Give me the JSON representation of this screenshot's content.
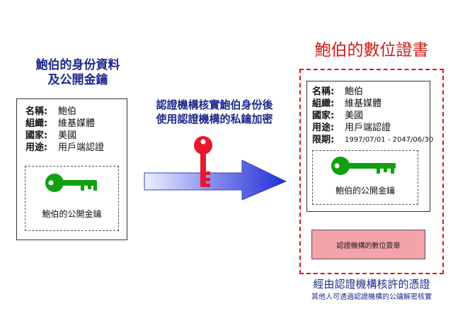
{
  "left": {
    "title_line1": "鮑伯的身份資料",
    "title_line2": "及公開金鑰",
    "fields": [
      {
        "label": "名稱:",
        "value": "鮑伯"
      },
      {
        "label": "組織:",
        "value": "維基媒體"
      },
      {
        "label": "國家:",
        "value": "美國"
      },
      {
        "label": "用途:",
        "value": "用戶端認證"
      }
    ],
    "key_caption": "鮑伯的公開金鑰"
  },
  "middle": {
    "line1": "認證機構核實鮑伯身份後",
    "line2": "使用認證機構的私鑰加密"
  },
  "right": {
    "title": "鮑伯的數位證書",
    "fields": [
      {
        "label": "名稱:",
        "value": "鮑伯"
      },
      {
        "label": "組織:",
        "value": "維基媒體"
      },
      {
        "label": "國家:",
        "value": "美國"
      },
      {
        "label": "用途:",
        "value": "用戶端認證"
      },
      {
        "label": "限期:",
        "value": "1997/07/01 - 2047/06/30"
      }
    ],
    "key_caption": "鮑伯的公開金鑰",
    "signature": "認證機構的數位簽章",
    "caption": "經由認證機構核許的憑證",
    "subcaption": "其他人可透過認證機構的公鑰解密核實"
  },
  "colors": {
    "public_key": "#10a010",
    "private_key": "#e8192c",
    "heading_blue": "#1c2a8c",
    "certificate_red": "#cc1b1b",
    "signature_fill": "#f3a3a9"
  }
}
